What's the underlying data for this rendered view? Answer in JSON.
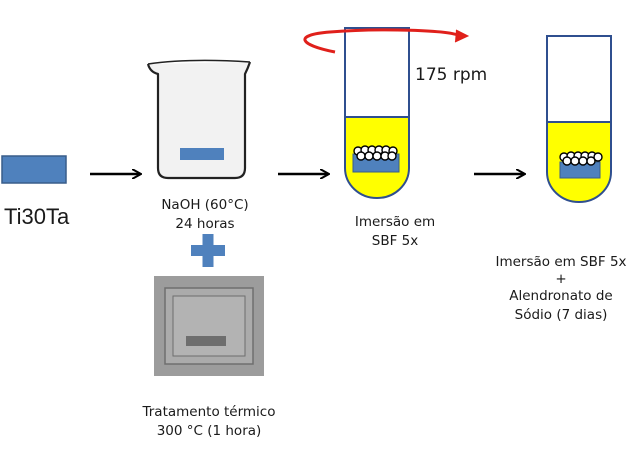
{
  "sample": {
    "label": "Ti30Ta"
  },
  "step1": {
    "line1": "NaOH (60°C)",
    "line2": "24 horas"
  },
  "step2": {
    "line1": "Tratamento térmico",
    "line2": "300 °C (1 hora)"
  },
  "step3": {
    "line1": "Imersão em",
    "line2": "SBF 5x",
    "rotation": "175 rpm"
  },
  "step4": {
    "line1": "Imersão em SBF 5x",
    "line2": "+",
    "line3": "Alendronato de",
    "line4": "Sódio (7 dias)"
  },
  "colors": {
    "sample_blue": "#4F81BD",
    "tube_outline": "#2F4F8F",
    "solution_yellow": "#FFFF00",
    "rotation_red": "#E0201B",
    "plus_blue": "#4F81BD",
    "furnace_gray": "#9C9C9C",
    "furnace_dark": "#6E6E6E"
  },
  "icons": [
    "beaker-icon",
    "furnace-icon",
    "rotation-arrow-icon",
    "plus-icon",
    "arrow-icon",
    "test-tube-icon"
  ]
}
